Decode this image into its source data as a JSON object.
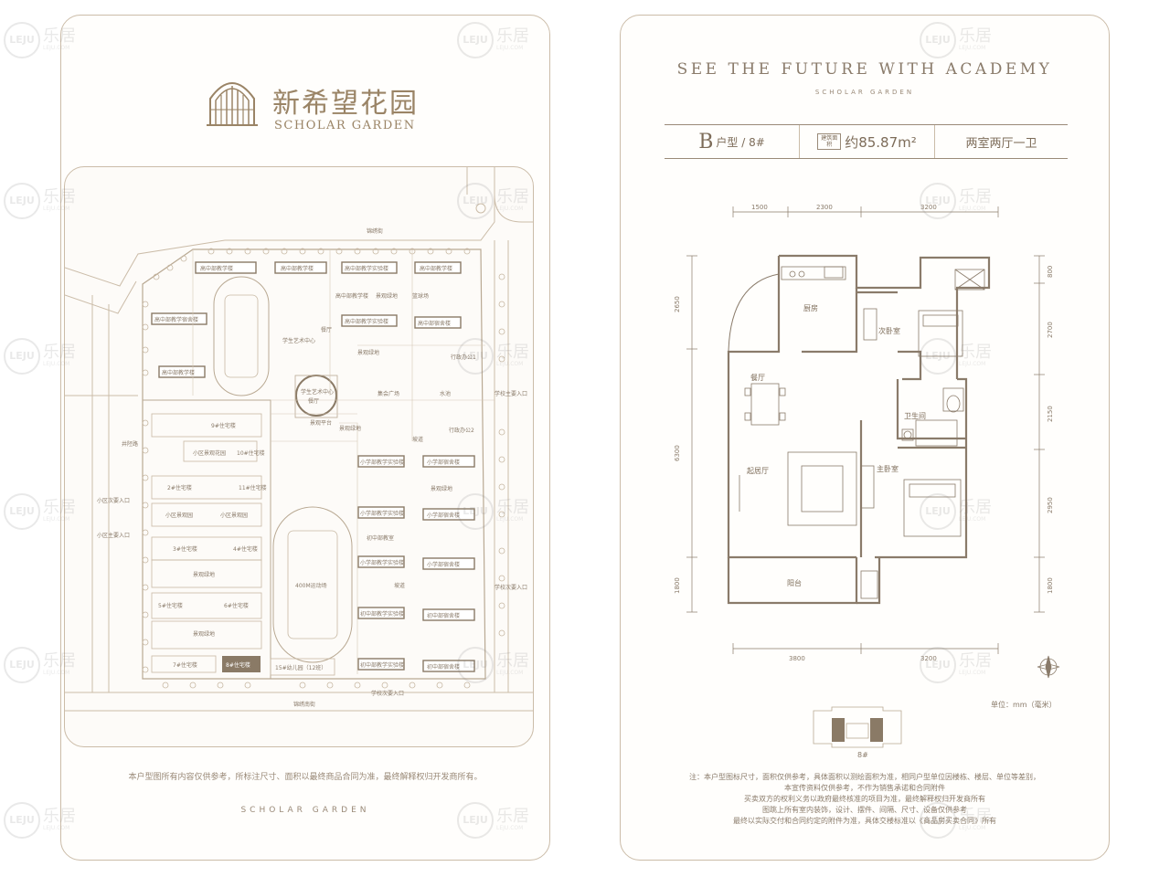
{
  "left_sheet": {
    "logo_cn": "新希望花园",
    "logo_en": "SCHOLAR GARDEN",
    "site_labels": {
      "road_north": "锦绣街",
      "road_south": "锦绣南街",
      "road_west": "井陉路",
      "school_main_entry": "学校主要入口",
      "school_sub_entry_east": "学校次要入口",
      "school_sub_entry_south": "学校次要入口",
      "community_sub_entry": "小区次要入口",
      "community_main_entry": "小区主要入口",
      "b1": "高中部教学楼",
      "b2": "高中部教学楼",
      "b3": "高中部教学实验楼",
      "b4": "高中部教学楼",
      "b5": "高中部教学楼",
      "b6": "高中部教学宿舍楼",
      "b7": "篮球场",
      "b8": "景观绿地",
      "b9": "高中部教学实验楼",
      "b10": "高中部宿舍楼",
      "b11": "高中部教学楼",
      "b12": "学生艺术中心",
      "b13": "餐厅",
      "b14": "景观绿地",
      "b15": "行政办公1",
      "b16": "学生艺术中心",
      "b17": "餐厅",
      "b18": "集会广场",
      "b19": "景观平台",
      "b20": "景观绿地",
      "b21": "行政办公2",
      "b22": "坡道",
      "b23": "水池",
      "b24": "9#住宅楼",
      "b25": "小区景观花园",
      "b26": "10#住宅楼",
      "b27": "11#住宅楼",
      "b28": "2#住宅楼",
      "b29": "小区景观园",
      "b30": "小区景观园",
      "b31": "3#住宅楼",
      "b32": "4#住宅楼",
      "b33": "景观绿地",
      "b34": "5#住宅楼",
      "b35": "6#住宅楼",
      "b36": "景观绿地",
      "b37": "7#住宅楼",
      "b38": "8#住宅楼",
      "b39": "15#幼儿园（12班）",
      "b40": "400M运动场",
      "b41": "小学部教学实验楼",
      "b42": "小学部宿舍楼",
      "b43": "景观绿地",
      "b44": "小学部教学实验楼",
      "b45": "小学部宿舍楼",
      "b46": "初中部教室",
      "b47": "小学部教学实验楼",
      "b48": "小学部宿舍楼",
      "b49": "坡道",
      "b50": "初中部教学实验楼",
      "b51": "初中部宿舍楼",
      "b52": "初中部教学实验楼",
      "b53": "初中部宿舍楼"
    },
    "bottom_note": "本户型图所有内容仅供参考，所标注尺寸、面积以最终商品合同为准，最终解释权归开发商所有。",
    "bottom_sign": "SCHOLAR  GARDEN"
  },
  "right_sheet": {
    "title": "SEE THE FUTURE WITH ACADEMY",
    "subtitle": "SCHOLAR  GARDEN",
    "info": {
      "type_letter": "B",
      "type_label": "户型 / 8#",
      "area_tag": "建筑面积",
      "area_value": "约85.87m²",
      "rooms": "两室两厅一卫"
    },
    "plan": {
      "top_dims": [
        "1500",
        "2300",
        "3200"
      ],
      "bottom_dims": [
        "3800",
        "3200"
      ],
      "left_dims": [
        "2650",
        "6300",
        "1800"
      ],
      "right_dims": [
        "800",
        "2700",
        "2150",
        "2950",
        "1800"
      ],
      "rooms": {
        "kitchen": "厨房",
        "second_bedroom": "次卧室",
        "dining": "餐厅",
        "bathroom": "卫生间",
        "living": "起居厅",
        "master_bedroom": "主卧室",
        "balcony": "阳台"
      }
    },
    "unit_text": "单位：mm（毫米）",
    "key_plan_label": "8#",
    "notes": [
      "注：本户型图标尺寸，面积仅供参考，具体面积以测绘面积为准，相同户型单位因楼栋、楼层、单位等差别，",
      "本宣传资料仅供参考，不作为销售承诺和合同附件",
      "买卖双方的权利义务以政府最终核准的项目为准，最终解释权归开发商所有",
      "图跳上所有室内装饰，设计、摆件、间隔、尺寸、设备仅供参考",
      "最终以实际交付和合同约定的附件为准，具体交楼标准以《商品房买卖合同》所有"
    ]
  },
  "watermark": {
    "logo": "LEJU",
    "cn": "乐居",
    "en": "LEJU.COM"
  },
  "colors": {
    "line": "#cbbca8",
    "text": "#8a7b6a",
    "accent": "#9a8466",
    "building_dark": "#8a7a66"
  }
}
